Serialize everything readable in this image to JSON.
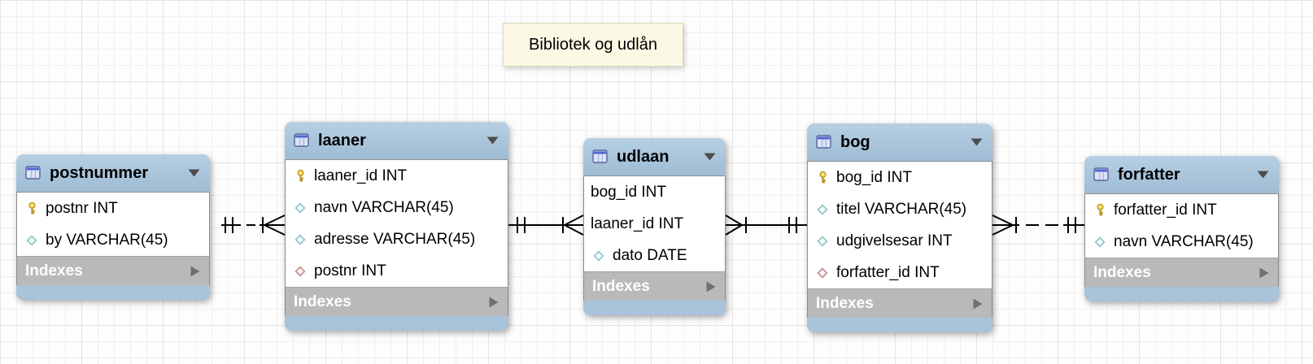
{
  "note": {
    "text": "Bibliotek og udlån"
  },
  "tables": [
    {
      "name": "postnummer",
      "footer_label": "Indexes",
      "columns": [
        {
          "label": "postnr INT",
          "icon": "primary-key"
        },
        {
          "label": "by VARCHAR(45)",
          "icon": "attribute"
        }
      ]
    },
    {
      "name": "laaner",
      "footer_label": "Indexes",
      "columns": [
        {
          "label": "laaner_id INT",
          "icon": "primary-key"
        },
        {
          "label": "navn VARCHAR(45)",
          "icon": "attribute"
        },
        {
          "label": "adresse VARCHAR(45)",
          "icon": "attribute"
        },
        {
          "label": "postnr INT",
          "icon": "foreign-key"
        }
      ]
    },
    {
      "name": "udlaan",
      "footer_label": "Indexes",
      "columns": [
        {
          "label": "bog_id INT",
          "icon": "none"
        },
        {
          "label": "laaner_id INT",
          "icon": "none"
        },
        {
          "label": "dato DATE",
          "icon": "attribute"
        }
      ]
    },
    {
      "name": "bog",
      "footer_label": "Indexes",
      "columns": [
        {
          "label": "bog_id INT",
          "icon": "primary-key"
        },
        {
          "label": "titel VARCHAR(45)",
          "icon": "attribute"
        },
        {
          "label": "udgivelsesar INT",
          "icon": "attribute"
        },
        {
          "label": "forfatter_id INT",
          "icon": "foreign-key"
        }
      ]
    },
    {
      "name": "forfatter",
      "footer_label": "Indexes",
      "columns": [
        {
          "label": "forfatter_id INT",
          "icon": "primary-key"
        },
        {
          "label": "navn VARCHAR(45)",
          "icon": "attribute"
        }
      ]
    }
  ],
  "relationships": [
    {
      "from": "postnummer",
      "to": "laaner",
      "line_style": "dashed",
      "from_end": "one-and-only-one",
      "to_end": "one-or-many"
    },
    {
      "from": "laaner",
      "to": "udlaan",
      "line_style": "solid",
      "from_end": "one-and-only-one",
      "to_end": "one-or-many"
    },
    {
      "from": "bog",
      "to": "udlaan",
      "line_style": "solid",
      "from_end": "one-and-only-one",
      "to_end": "one-or-many"
    },
    {
      "from": "forfatter",
      "to": "bog",
      "line_style": "dashed",
      "from_end": "one-and-only-one",
      "to_end": "one-or-many"
    }
  ],
  "colors": {
    "table_header": "#a8c3da",
    "indexes_bar": "#b9b9b9",
    "note_background": "#fbf8e4",
    "connector": "#000000",
    "grid_minor": "#efefef",
    "grid_major": "#e3e3e3"
  }
}
